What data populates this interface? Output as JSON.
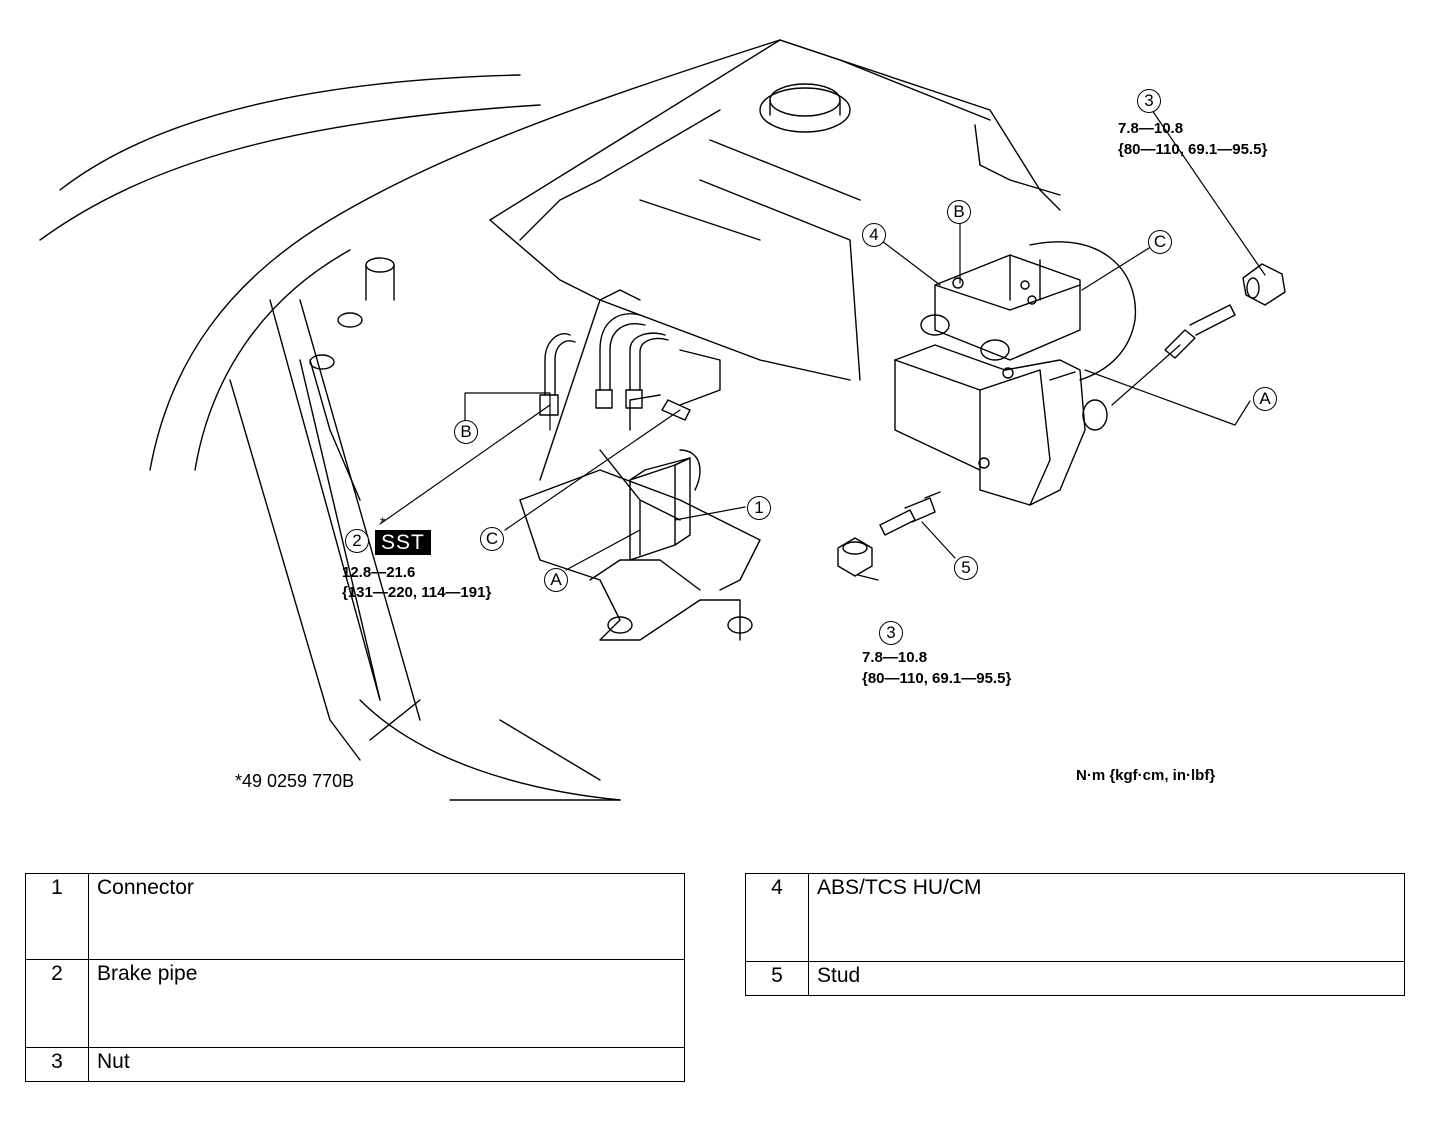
{
  "callouts": {
    "c1": "1",
    "c2": "2",
    "c3_top": "3",
    "c3_bottom": "3",
    "c4": "4",
    "c5": "5",
    "A_left": "A",
    "A_right": "A",
    "B_left": "B",
    "B_right": "B",
    "C_left": "C",
    "C_right": "C"
  },
  "sst": {
    "label": "SST",
    "asterisk": "*",
    "torque_line1": "12.8—21.6",
    "torque_line2": "{131—220, 114—191}"
  },
  "nut_top": {
    "torque_line1": "7.8—10.8",
    "torque_line2": "{80—110, 69.1—95.5}"
  },
  "nut_bottom": {
    "torque_line1": "7.8—10.8",
    "torque_line2": "{80—110, 69.1—95.5}"
  },
  "tool_number": "*49 0259 770B",
  "units": "N·m {kgf·cm, in·lbf}",
  "legend_left": [
    {
      "num": "1",
      "name": "Connector"
    },
    {
      "num": "2",
      "name": "Brake pipe"
    },
    {
      "num": "3",
      "name": "Nut"
    }
  ],
  "legend_right": [
    {
      "num": "4",
      "name": "ABS/TCS HU/CM"
    },
    {
      "num": "5",
      "name": "Stud"
    }
  ]
}
